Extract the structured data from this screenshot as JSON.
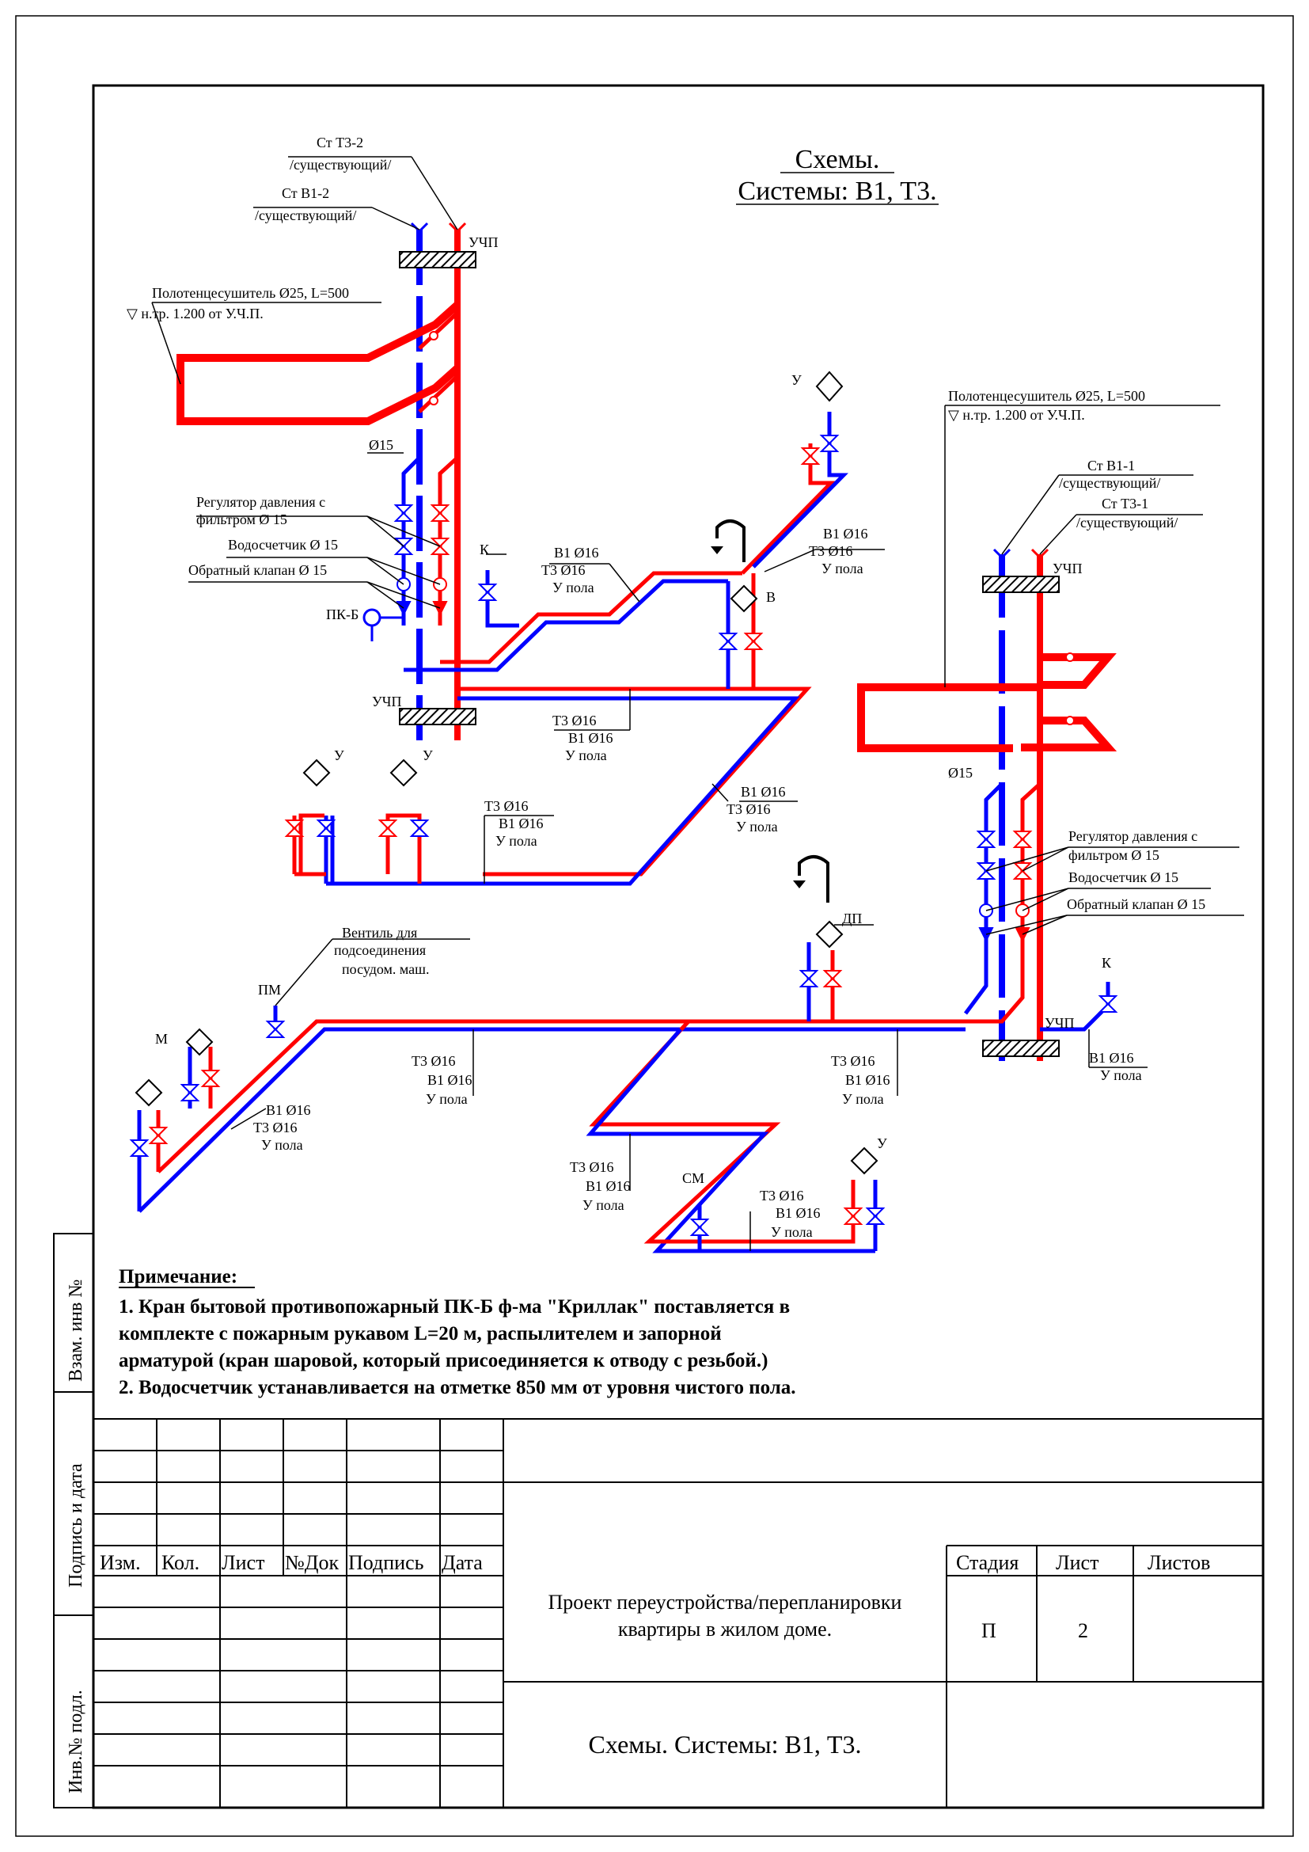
{
  "title": {
    "line1": "Схемы.",
    "line2": "Системы: В1, Т3."
  },
  "risers": {
    "left": {
      "t3": "Ст Т3-2",
      "t3_sub": "/существующий/",
      "b1": "Ст В1-2",
      "b1_sub": "/существующий/",
      "uchp_top": "УЧП",
      "uchp_bottom": "УЧП",
      "towel": "Полотенцесушитель Ø25, L=500",
      "towel_mark": "▽ н.тр. 1.200 от У.Ч.П.",
      "dia": "Ø15",
      "regulator_1": "Регулятор давления с",
      "regulator_2": "фильтром Ø 15",
      "meter": "Водосчетчик Ø 15",
      "check_valve": "Обратный клапан Ø 15",
      "pkb": "ПК-Б"
    },
    "right": {
      "b1": "Ст В1-1",
      "b1_sub": "/существующий/",
      "t3": "Ст Т3-1",
      "t3_sub": "/существующий/",
      "uchp_top": "УЧП",
      "uchp_bottom": "УЧП",
      "towel": "Полотенцесушитель Ø25, L=500",
      "towel_mark": "▽ н.тр. 1.200 от У.Ч.П.",
      "dia": "Ø15",
      "regulator_1": "Регулятор давления с",
      "regulator_2": "фильтром Ø 15",
      "meter": "Водосчетчик Ø 15",
      "check_valve": "Обратный клапан Ø 15"
    }
  },
  "fixtures": {
    "u": "У",
    "k": "К",
    "v": "В",
    "dp": "ДП",
    "m": "М",
    "pm": "ПМ",
    "sm": "СМ"
  },
  "pipe_labels": {
    "b1": "В1 Ø16",
    "t3": "Т3 Ø16",
    "floor": "У пола"
  },
  "valve_note": {
    "l1": "Вентиль для",
    "l2": "подсоединения",
    "l3": "посудом. маш."
  },
  "notes": {
    "heading": "Примечание:",
    "l1": "1. Кран бытовой противопожарный ПК-Б ф-ма \"Криллак\" поставляется в",
    "l2": "комплекте с пожарным рукавом L=20 м, распылителем и запорной",
    "l3": "арматурой (кран шаровой, который присоединяется к отводу с резьбой.)",
    "l4": "2. Водосчетчик устанавливается на отметке 850 мм от уровня чистого пола."
  },
  "side_stamp": {
    "s1": "Взам. инв №",
    "s2": "Подпись и дата",
    "s3": "Инв.№ подл."
  },
  "title_block": {
    "columns": [
      "Изм.",
      "Кол.",
      "Лист",
      "№Док",
      "Подпись",
      "Дата"
    ],
    "stage_label": "Стадия",
    "sheet_label": "Лист",
    "sheets_label": "Листов",
    "stage_value": "П",
    "sheet_value": "2",
    "project_1": "Проект переустройства/перепланировки",
    "project_2": "квартиры в жилом доме.",
    "drawing_title": "Схемы. Системы: В1, Т3."
  },
  "colors": {
    "b1": "#0000ff",
    "t3": "#ff0000",
    "frame": "#000000"
  }
}
